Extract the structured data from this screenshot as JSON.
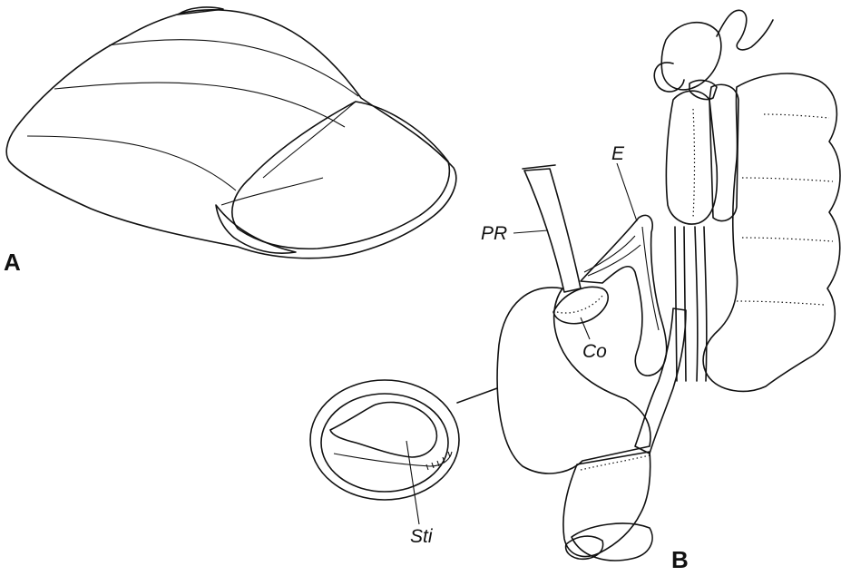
{
  "figure": {
    "panels": [
      {
        "id": "A",
        "label": "A"
      },
      {
        "id": "B",
        "label": "B"
      }
    ],
    "annotations": {
      "pr": "PR",
      "e": "E",
      "co": "Co",
      "sti": "Sti"
    },
    "colors": {
      "ink": "#111111",
      "paper": "#ffffff"
    }
  }
}
